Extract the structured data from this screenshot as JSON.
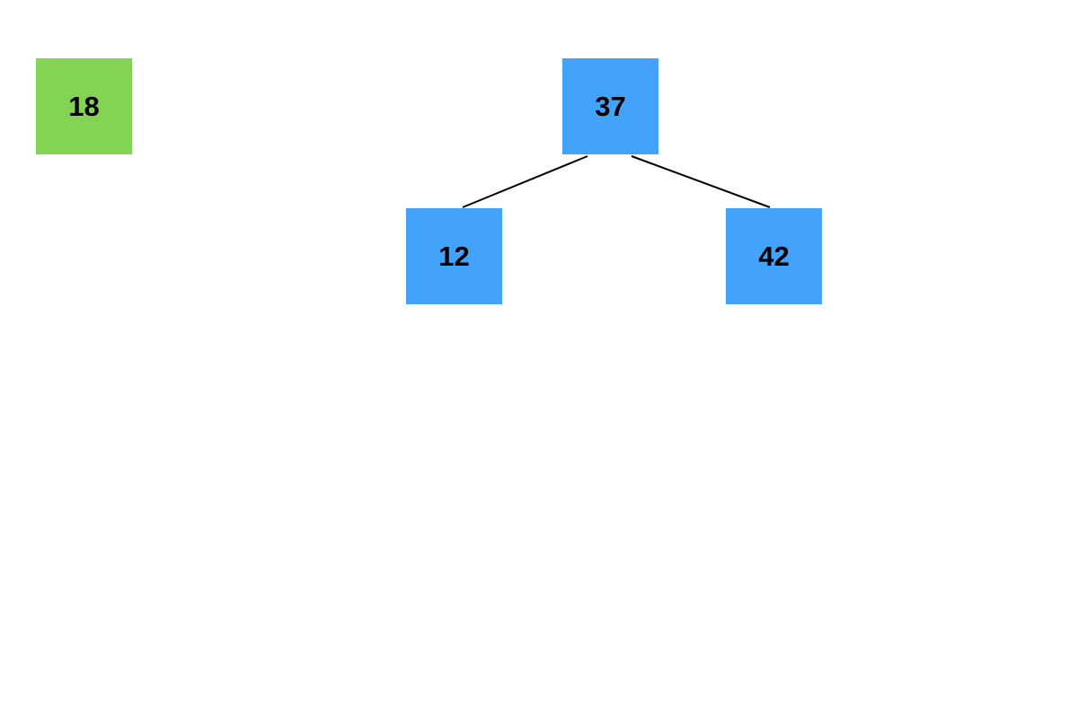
{
  "colors": {
    "pending_node": "#84d454",
    "tree_node": "#43a2fa",
    "edge": "#000000",
    "text": "#000000"
  },
  "pending_node": {
    "value": "18"
  },
  "tree": {
    "root": {
      "value": "37"
    },
    "left": {
      "value": "12"
    },
    "right": {
      "value": "42"
    }
  }
}
